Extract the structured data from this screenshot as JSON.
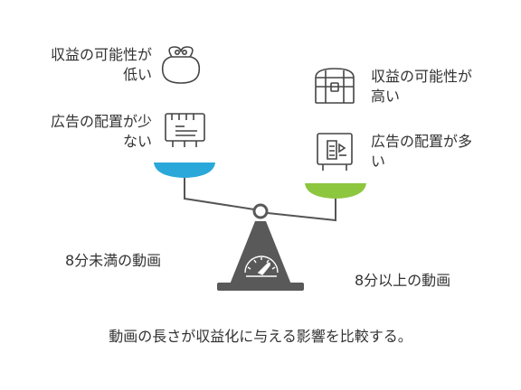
{
  "left": {
    "top_label_line1": "収益の可能性が",
    "top_label_line2": "低い",
    "top_icon": "coin-purse-icon",
    "bottom_label_line1": "広告の配置が少",
    "bottom_label_line2": "ない",
    "bottom_icon": "billboard-icon",
    "pan_color": "#29a8d9",
    "weight_label": "8分未満の動画"
  },
  "right": {
    "top_label_line1": "収益の可能性が",
    "top_label_line2": "高い",
    "top_icon": "treasure-chest-icon",
    "bottom_label_line1": "広告の配置が多",
    "bottom_label_line2": "い",
    "bottom_icon": "ad-panel-icon",
    "pan_color": "#8dc63f",
    "weight_label": "8分以上の動画"
  },
  "scale": {
    "beam_color": "#555555",
    "base_color": "#595959",
    "base_icon": "gauge-icon"
  },
  "caption": "動画の長さが収益化に与える影響を比較する。"
}
